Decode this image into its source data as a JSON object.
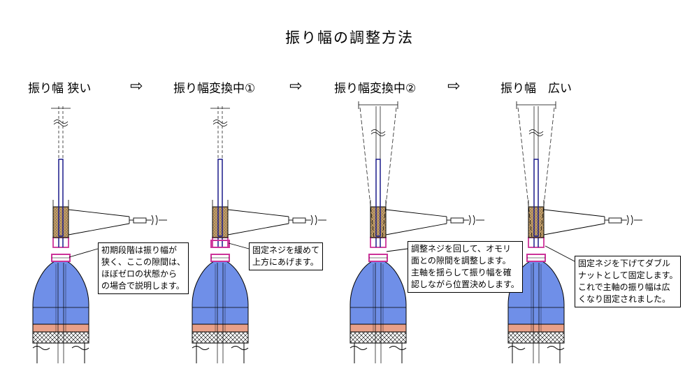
{
  "title": "振り幅の調整方法",
  "stages": [
    {
      "label": "振り幅 狭い"
    },
    {
      "label": "振り幅変換中①"
    },
    {
      "label": "振り幅変換中②"
    },
    {
      "label": "振り幅　広い"
    }
  ],
  "arrow_symbol": "⇨",
  "notes": [
    {
      "text": "初期段階は振り幅が\n狭く、ここの隙間は、\nほぼゼロの状態から\nの場合で説明します。"
    },
    {
      "text": "固定ネジを緩めて\n上方にあげます。"
    },
    {
      "text": "調整ネジを回して、オモリ\n面との隙間を調整します。\n主軸を揺らして振り幅を確\n認しながら位置決めします。"
    },
    {
      "text": "固定ネジを下げてダブル\nナットとして固定します。\nこれで主軸の振り幅は広\nくなり固定されました。"
    }
  ],
  "colors": {
    "body_fill": "#6f8fe8",
    "band_fill": "#e9a088",
    "rod": "#1a1a8a",
    "nut": "#cc3399",
    "knurl": "#c9a064",
    "line": "#000000"
  }
}
